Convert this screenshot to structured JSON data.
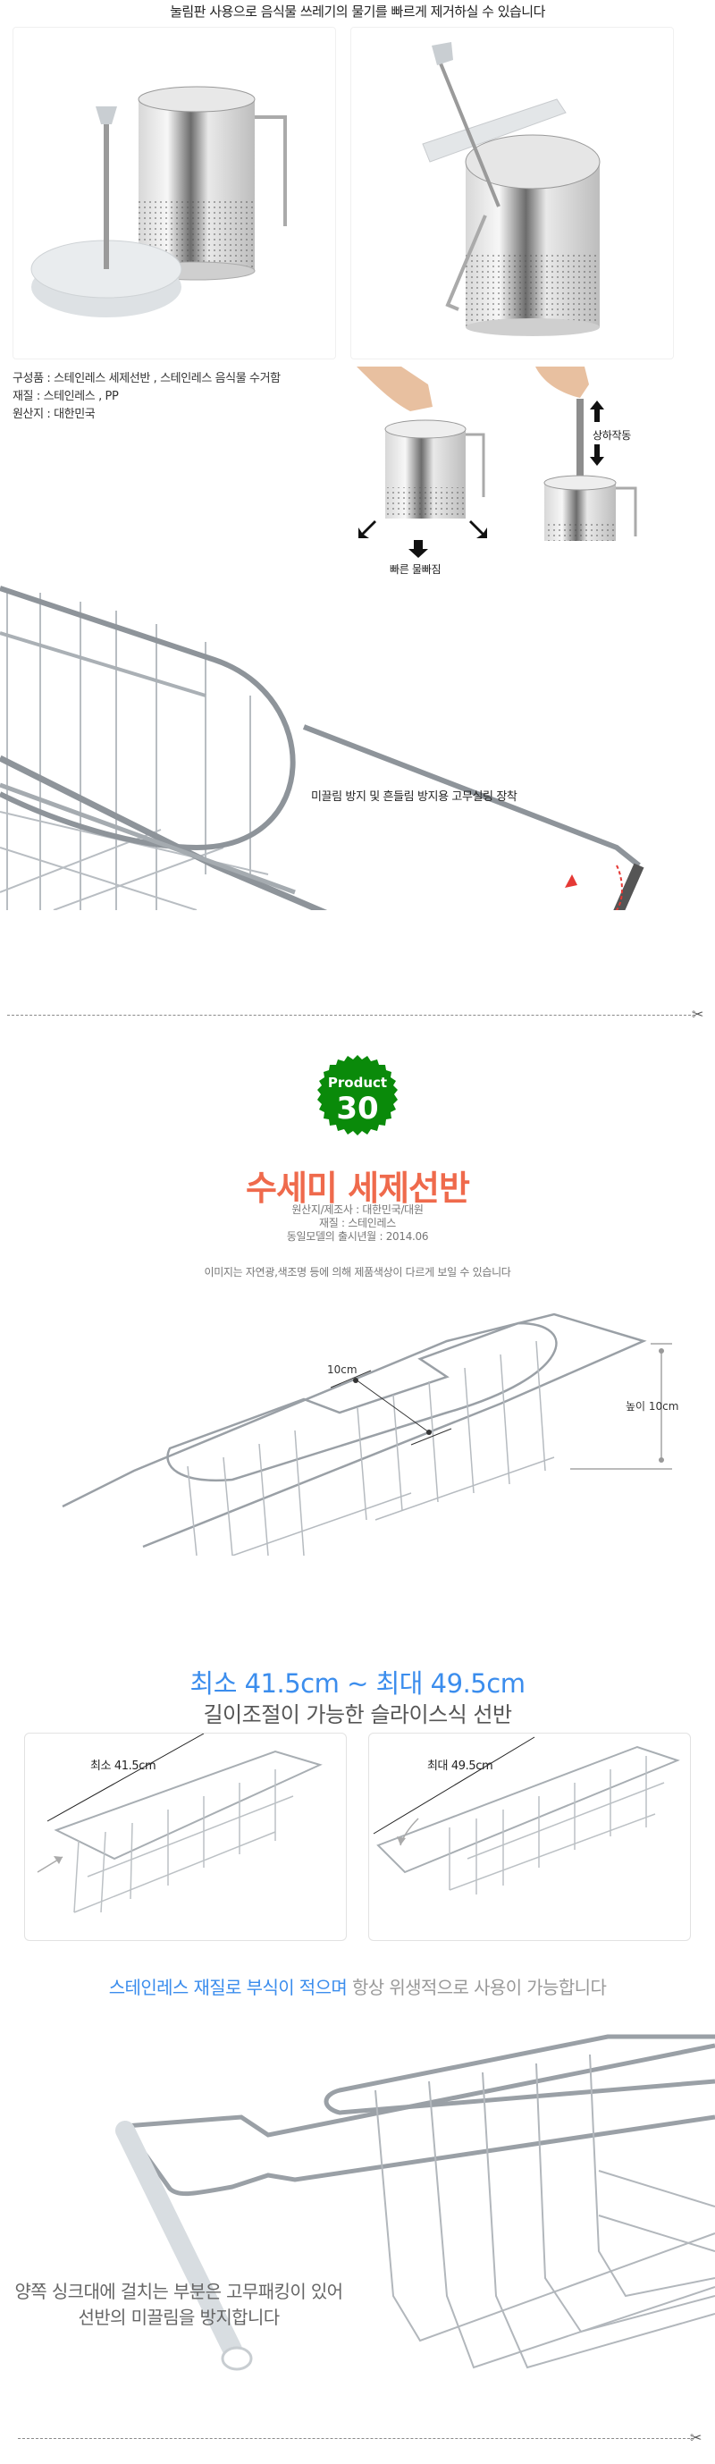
{
  "intro": {
    "caption": "눌림판 사용으로 음식물 쓰레기의 물기를 빠르게 제거하실 수 있습니다"
  },
  "specs": {
    "lines": [
      "구성품 : 스테인레스 세제선반 , 스테인레스 음식물 수거함",
      "재질 : 스테인레스 , PP",
      "원산지 : 대한민국"
    ]
  },
  "steps": {
    "drain_label": "빠른 물빠짐",
    "updown_label": "상하작동"
  },
  "rack_detail": {
    "caption": "미끌림 방지 및 흔들림 방지용 고무실링 장착"
  },
  "divider": {
    "icon": "scissors-icon",
    "glyph": "✂"
  },
  "badge": {
    "label": "Product",
    "number": "30",
    "color": "#0a8a0a"
  },
  "product": {
    "title": "수세미 세제선반",
    "title_color": "#ef6a4c",
    "meta": [
      "원산지/제조사 : 대한민국/대원",
      "재질 : 스테인레스",
      "동일모델의 출시년월 : 2014.06"
    ],
    "color_notice": "이미지는 자연광,색조명 등에 의해 제품색상이 다르게 보일 수 있습니다"
  },
  "dimensions": {
    "width_label": "10cm",
    "height_label": "높이 10cm"
  },
  "length_range": {
    "headline": "최소 41.5cm ~ 최대 49.5cm",
    "headline_color": "#3b8ded",
    "subline": "길이조절이 가능한 슬라이스식 선반",
    "cards": [
      {
        "label": "최소 41.5cm"
      },
      {
        "label": "최대 49.5cm"
      }
    ]
  },
  "material": {
    "highlight": "스테인레스 재질로 부식이 적으며",
    "rest": " 항상 위생적으로 사용이 가능합니다",
    "highlight_color": "#3b8ded",
    "rest_color": "#999999"
  },
  "rubber": {
    "lines": [
      "양쪽 싱크대에 걸치는 부분은 고무패킹이 있어",
      "선반의 미끌림을 방지합니다"
    ]
  }
}
